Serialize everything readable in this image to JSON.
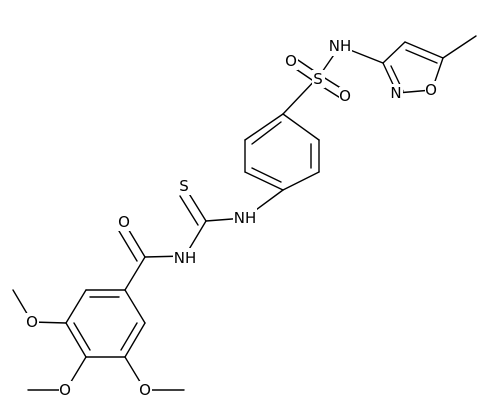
{
  "molecule": {
    "atoms": [
      {
        "id": "NH_sulf",
        "text": "NH"
      },
      {
        "id": "O_sulf_a",
        "text": "O"
      },
      {
        "id": "S_sulf",
        "text": "S"
      },
      {
        "id": "O_sulf_b",
        "text": "O"
      },
      {
        "id": "N_isox",
        "text": "N"
      },
      {
        "id": "O_isox",
        "text": "O"
      },
      {
        "id": "S_thio",
        "text": "S"
      },
      {
        "id": "NH_thio",
        "text": "NH"
      },
      {
        "id": "O_carbonyl",
        "text": "O"
      },
      {
        "id": "NH_amide",
        "text": "NH"
      },
      {
        "id": "O_meo_top",
        "text": "O"
      },
      {
        "id": "O_meo_mid",
        "text": "O"
      },
      {
        "id": "O_meo_bot",
        "text": "O"
      }
    ]
  },
  "colors": {
    "bond": "#000000",
    "label": "#000000",
    "background": "#ffffff"
  }
}
